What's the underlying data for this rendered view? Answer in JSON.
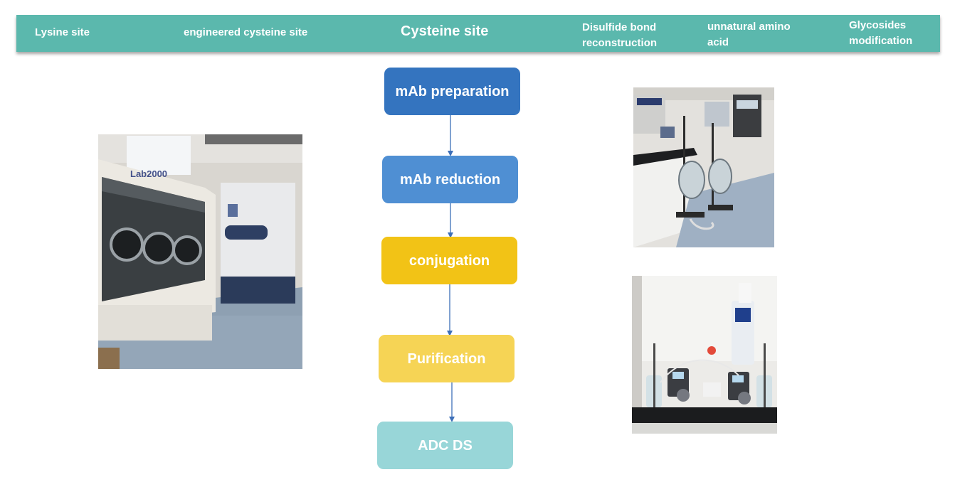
{
  "header": {
    "tabs": [
      {
        "label": "Lysine site",
        "active": false
      },
      {
        "label": "engineered cysteine site",
        "active": false
      },
      {
        "label": "Cysteine site",
        "active": true
      },
      {
        "label": "Disulfide bond reconstruction",
        "active": false
      },
      {
        "label": "unnatural amino acid",
        "active": false
      },
      {
        "label": "Glycosides modification",
        "active": false
      }
    ],
    "bar_color": "#5bb8ad"
  },
  "flow": {
    "steps": [
      {
        "label": "mAb preparation",
        "color": "#3474bf"
      },
      {
        "label": "mAb reduction",
        "color": "#4f8fd3"
      },
      {
        "label": "conjugation",
        "color": "#f2c316"
      },
      {
        "label": "Purification",
        "color": "#f6d455"
      },
      {
        "label": "ADC DS",
        "color": "#98d6d8"
      }
    ],
    "arrow_color": "#3d6fb8"
  },
  "photos": {
    "left": {
      "icon": "glovebox-and-freezer-photo"
    },
    "right_top": {
      "icon": "lab-reactor-photo"
    },
    "right_bottom": {
      "icon": "peristaltic-pumps-photo"
    }
  }
}
